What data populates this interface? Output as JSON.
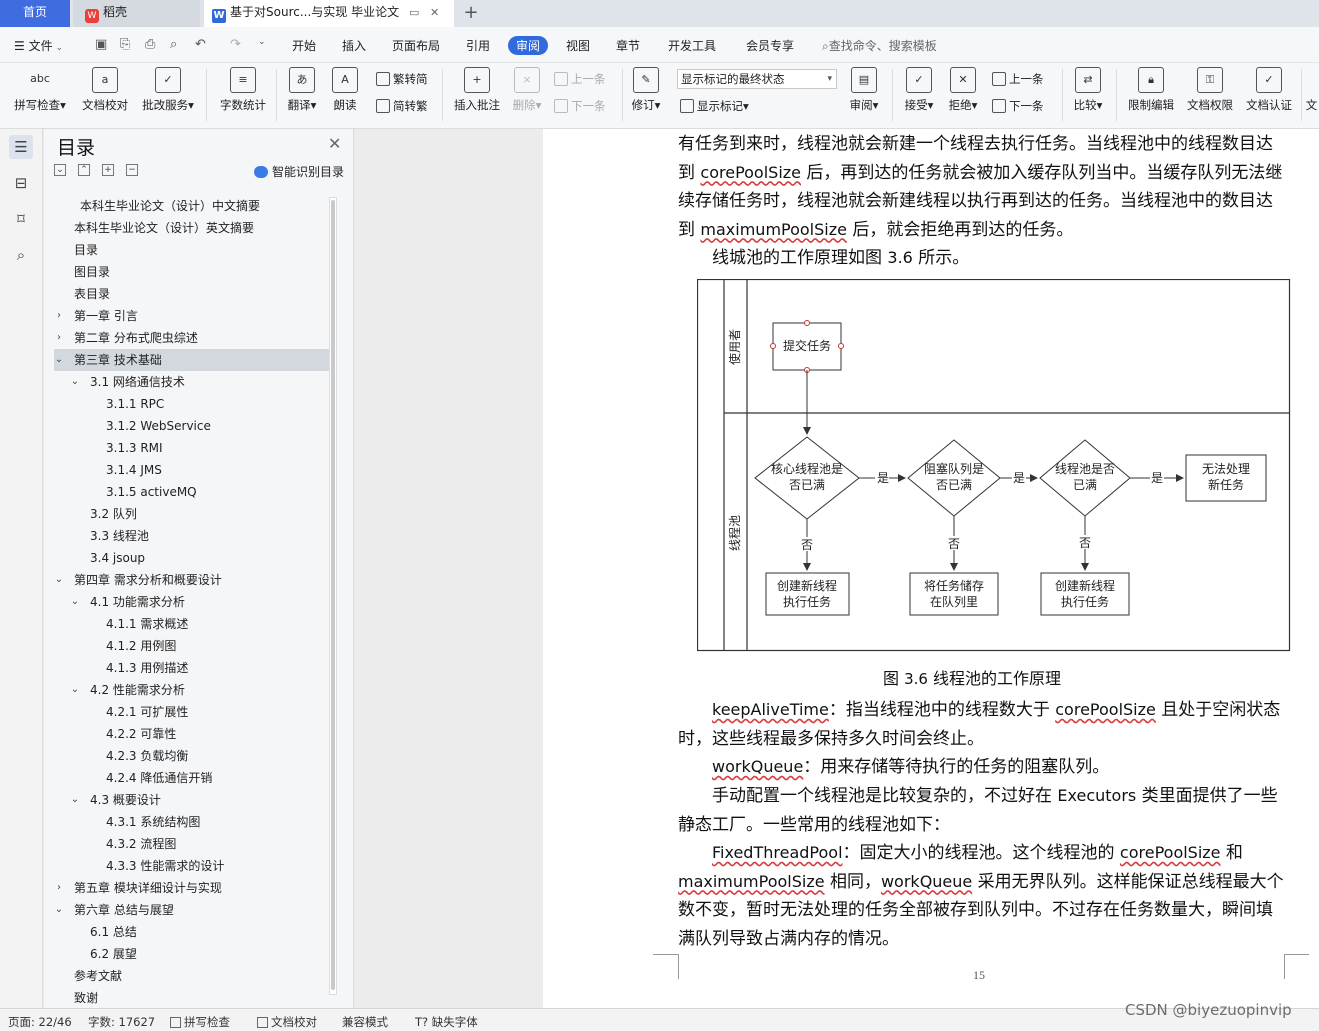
{
  "tabs": {
    "home": "首页",
    "daoke": "稻壳",
    "doc": "基于对Sourc...与实现 毕业论文",
    "add": "+"
  },
  "menu": {
    "file": "文件",
    "items": [
      "开始",
      "插入",
      "页面布局",
      "引用",
      "审阅",
      "视图",
      "章节",
      "开发工具",
      "会员专享"
    ],
    "active_item": "审阅",
    "search_hint": "查找命令、搜索模板"
  },
  "ribbon": {
    "spellcheck": "拼写检查",
    "doc_proof": "文档校对",
    "batch_service": "批改服务",
    "word_count": "字数统计",
    "translate": "翻译",
    "read_aloud": "朗读",
    "trad_to_simp": "繁转简",
    "simp_to_trad": "简转繁",
    "insert_comment": "插入批注",
    "delete": "删除",
    "prev_comment": "上一条",
    "next_comment": "下一条",
    "track_changes": "修订",
    "markup_combo": "显示标记的最终状态",
    "show_markup": "显示标记",
    "review": "审阅",
    "accept": "接受",
    "reject": "拒绝",
    "prev_change": "上一条",
    "next_change": "下一条",
    "compare": "比较",
    "restrict_edit": "限制编辑",
    "doc_permission": "文档权限",
    "doc_auth": "文档认证",
    "more": "文"
  },
  "toc": {
    "title": "目录",
    "smart_label": "智能识别目录",
    "items": [
      {
        "label": "本科生毕业论文（设计）中文摘要",
        "level": 0,
        "chev": ""
      },
      {
        "label": "本科生毕业论文（设计）英文摘要",
        "level": 0,
        "chev": ""
      },
      {
        "label": "目录",
        "level": 0,
        "chev": ""
      },
      {
        "label": "图目录",
        "level": 0,
        "chev": ""
      },
      {
        "label": "表目录",
        "level": 0,
        "chev": ""
      },
      {
        "label": "第一章  引言",
        "level": 0,
        "chev": "›"
      },
      {
        "label": "第二章  分布式爬虫综述",
        "level": 0,
        "chev": "›"
      },
      {
        "label": "第三章  技术基础",
        "level": 0,
        "chev": "⌄",
        "selected": true
      },
      {
        "label": "3.1  网络通信技术",
        "level": 1,
        "chev": "⌄"
      },
      {
        "label": "3.1.1 RPC",
        "level": 2,
        "chev": ""
      },
      {
        "label": "3.1.2 WebService",
        "level": 2,
        "chev": ""
      },
      {
        "label": "3.1.3 RMI",
        "level": 2,
        "chev": ""
      },
      {
        "label": "3.1.4 JMS",
        "level": 2,
        "chev": ""
      },
      {
        "label": "3.1.5 activeMQ",
        "level": 2,
        "chev": ""
      },
      {
        "label": "3.2  队列",
        "level": 1,
        "chev": ""
      },
      {
        "label": "3.3  线程池",
        "level": 1,
        "chev": ""
      },
      {
        "label": "3.4 jsoup",
        "level": 1,
        "chev": ""
      },
      {
        "label": "第四章  需求分析和概要设计",
        "level": 0,
        "chev": "⌄"
      },
      {
        "label": "4.1  功能需求分析",
        "level": 1,
        "chev": "⌄"
      },
      {
        "label": "4.1.1  需求概述",
        "level": 2,
        "chev": ""
      },
      {
        "label": "4.1.2  用例图",
        "level": 2,
        "chev": ""
      },
      {
        "label": "4.1.3  用例描述",
        "level": 2,
        "chev": ""
      },
      {
        "label": "4.2  性能需求分析",
        "level": 1,
        "chev": "⌄"
      },
      {
        "label": "4.2.1  可扩展性",
        "level": 2,
        "chev": ""
      },
      {
        "label": "4.2.2  可靠性",
        "level": 2,
        "chev": ""
      },
      {
        "label": "4.2.3  负载均衡",
        "level": 2,
        "chev": ""
      },
      {
        "label": "4.2.4  降低通信开销",
        "level": 2,
        "chev": ""
      },
      {
        "label": "4.3  概要设计",
        "level": 1,
        "chev": "⌄"
      },
      {
        "label": "4.3.1  系统结构图",
        "level": 2,
        "chev": ""
      },
      {
        "label": "4.3.2  流程图",
        "level": 2,
        "chev": ""
      },
      {
        "label": "4.3.3  性能需求的设计",
        "level": 2,
        "chev": ""
      },
      {
        "label": "第五章  模块详细设计与实现",
        "level": 0,
        "chev": "›"
      },
      {
        "label": "第六章  总结与展望",
        "level": 0,
        "chev": "⌄"
      },
      {
        "label": "6.1  总结",
        "level": 1,
        "chev": ""
      },
      {
        "label": "6.2  展望",
        "level": 1,
        "chev": ""
      },
      {
        "label": "参考文献",
        "level": 0,
        "chev": ""
      },
      {
        "label": "致谢",
        "level": 0,
        "chev": ""
      }
    ]
  },
  "document": {
    "p1": {
      "a": "有任务到来时，线程池就会新建一个线程去执行任务。当线程池中的线程数目达到 ",
      "b": "corePoolSize",
      "c": " 后，再到达的任务就会被加入缓存队列当中。当缓存队列无法继续存储任务时，线程池就会新建线程以执行再到达的任务。当线程池中的数目达到 ",
      "d": "maximumPoolSize",
      "e": " 后，就会拒绝再到达的任务。"
    },
    "p2": {
      "a": "线城池的工作原理如图 ",
      "b": "3.6",
      "c": " 所示。"
    },
    "diagram": {
      "lane_user": "使用者",
      "lane_pool": "线程池",
      "submit": "提交任务",
      "d1_l1": "核心线程池是",
      "d1_l2": "否已满",
      "d2_l1": "阻塞队列是",
      "d2_l2": "否已满",
      "d3_l1": "线程池是否",
      "d3_l2": "已满",
      "cannot_l1": "无法处理",
      "cannot_l2": "新任务",
      "b1_l1": "创建新线程",
      "b1_l2": "执行任务",
      "b2_l1": "将任务储存",
      "b2_l2": "在队列里",
      "b3_l1": "创建新线程",
      "b3_l2": "执行任务",
      "yes": "是",
      "no": "否"
    },
    "caption": {
      "a": "图 ",
      "b": "3.6",
      "c": "  线程池的工作原理"
    },
    "p3": {
      "a": "keepAliveTime",
      "b": "：指当线程池中的线程数大于 ",
      "c": "corePoolSize",
      "d": " 且处于空闲状态时，这些线程最多保持多久时间会终止。"
    },
    "p4": {
      "a": "workQueue",
      "b": "：用来存储等待执行的任务的阻塞队列。"
    },
    "p5": {
      "a": "手动配置一个线程池是比较复杂的，不过好在 ",
      "b": "Executors",
      "c": " 类里面提供了一些静态工厂。一些常用的线程池如下："
    },
    "p6": {
      "a": "FixedThreadPool",
      "b": "：固定大小的线程池。这个线程池的 ",
      "c": "corePoolSize",
      "d": " 和 ",
      "e": "maximumPoolSize",
      "f": " 相同，",
      "g": "workQueue",
      "h": " 采用无界队列。这样能保证总线程最大个数不变，暂时无法处理的任务全部被存到队列中。不过存在任务数量大，瞬间填满队列导致占满内存的情况。"
    },
    "page_number": "15"
  },
  "status": {
    "page": "页面: 22/46",
    "words": "字数: 17627",
    "spell": "拼写检查",
    "proof": "文档校对",
    "compat": "兼容模式",
    "missing_font": "缺失字体"
  },
  "watermark": "CSDN @biyezuopinvip"
}
